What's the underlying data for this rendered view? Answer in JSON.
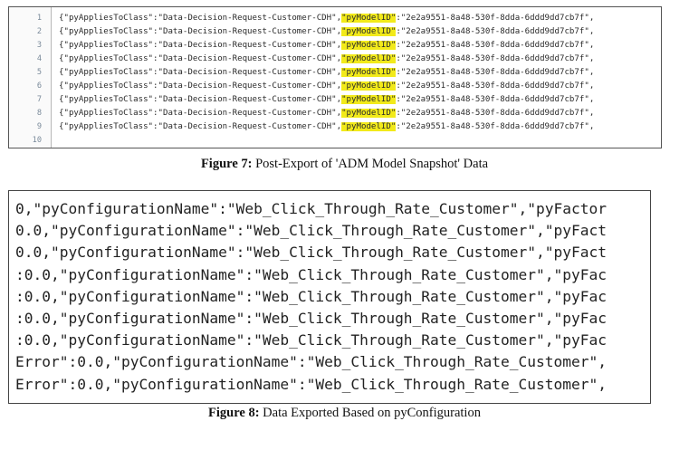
{
  "figure7": {
    "lines": [
      {
        "num": "1",
        "pre": "{\"pyAppliesToClass\":\"Data-Decision-Request-Customer-CDH\",",
        "key": "\"pyModelID\"",
        "post": ":\"2e2a9551-8a48-530f-8dda-6ddd9dd7cb7f\","
      },
      {
        "num": "2",
        "pre": "{\"pyAppliesToClass\":\"Data-Decision-Request-Customer-CDH\",",
        "key": "\"pyModelID\"",
        "post": ":\"2e2a9551-8a48-530f-8dda-6ddd9dd7cb7f\","
      },
      {
        "num": "3",
        "pre": "{\"pyAppliesToClass\":\"Data-Decision-Request-Customer-CDH\",",
        "key": "\"pyModelID\"",
        "post": ":\"2e2a9551-8a48-530f-8dda-6ddd9dd7cb7f\","
      },
      {
        "num": "4",
        "pre": "{\"pyAppliesToClass\":\"Data-Decision-Request-Customer-CDH\",",
        "key": "\"pyModelID\"",
        "post": ":\"2e2a9551-8a48-530f-8dda-6ddd9dd7cb7f\","
      },
      {
        "num": "5",
        "pre": "{\"pyAppliesToClass\":\"Data-Decision-Request-Customer-CDH\",",
        "key": "\"pyModelID\"",
        "post": ":\"2e2a9551-8a48-530f-8dda-6ddd9dd7cb7f\","
      },
      {
        "num": "6",
        "pre": "{\"pyAppliesToClass\":\"Data-Decision-Request-Customer-CDH\",",
        "key": "\"pyModelID\"",
        "post": ":\"2e2a9551-8a48-530f-8dda-6ddd9dd7cb7f\","
      },
      {
        "num": "7",
        "pre": "{\"pyAppliesToClass\":\"Data-Decision-Request-Customer-CDH\",",
        "key": "\"pyModelID\"",
        "post": ":\"2e2a9551-8a48-530f-8dda-6ddd9dd7cb7f\","
      },
      {
        "num": "8",
        "pre": "{\"pyAppliesToClass\":\"Data-Decision-Request-Customer-CDH\",",
        "key": "\"pyModelID\"",
        "post": ":\"2e2a9551-8a48-530f-8dda-6ddd9dd7cb7f\","
      },
      {
        "num": "9",
        "pre": "{\"pyAppliesToClass\":\"Data-Decision-Request-Customer-CDH\",",
        "key": "\"pyModelID\"",
        "post": ":\"2e2a9551-8a48-530f-8dda-6ddd9dd7cb7f\","
      },
      {
        "num": "10",
        "pre": "",
        "key": "",
        "post": ""
      }
    ],
    "caption_label": "Figure 7:",
    "caption_text": " Post-Export of 'ADM Model Snapshot' Data",
    "highlight_color": "#f2ea1a"
  },
  "figure8": {
    "lines": [
      "0,\"pyConfigurationName\":\"Web_Click_Through_Rate_Customer\",\"pyFactor",
      "0.0,\"pyConfigurationName\":\"Web_Click_Through_Rate_Customer\",\"pyFact",
      "0.0,\"pyConfigurationName\":\"Web_Click_Through_Rate_Customer\",\"pyFact",
      ":0.0,\"pyConfigurationName\":\"Web_Click_Through_Rate_Customer\",\"pyFac",
      ":0.0,\"pyConfigurationName\":\"Web_Click_Through_Rate_Customer\",\"pyFac",
      ":0.0,\"pyConfigurationName\":\"Web_Click_Through_Rate_Customer\",\"pyFac",
      ":0.0,\"pyConfigurationName\":\"Web_Click_Through_Rate_Customer\",\"pyFac",
      "Error\":0.0,\"pyConfigurationName\":\"Web_Click_Through_Rate_Customer\",",
      "Error\":0.0,\"pyConfigurationName\":\"Web_Click_Through_Rate_Customer\","
    ],
    "caption_label": "Figure 8:",
    "caption_text": " Data Exported Based on pyConfiguration"
  }
}
